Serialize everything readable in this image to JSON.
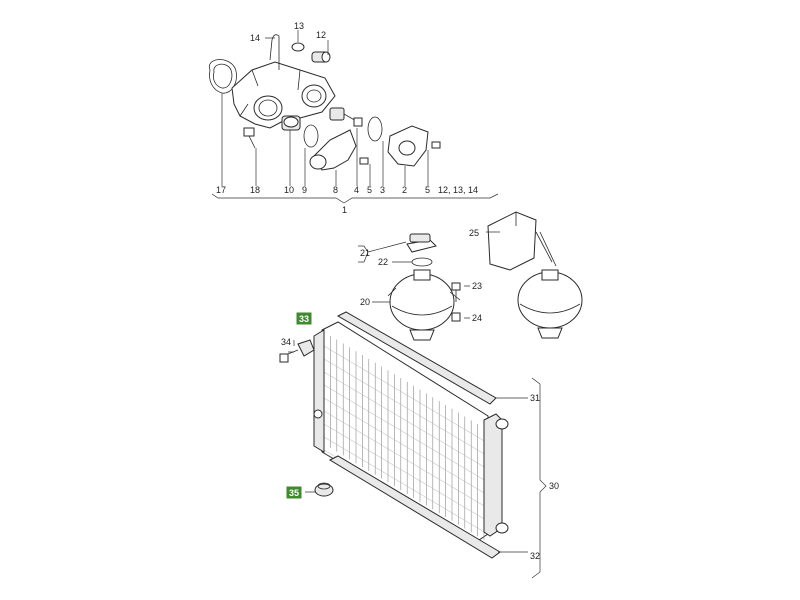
{
  "callouts": {
    "n1": "1",
    "n2": "2",
    "n3": "3",
    "n4": "4",
    "n5a": "5",
    "n5b": "5",
    "n8": "8",
    "n9": "9",
    "n10": "10",
    "n12": "12",
    "n13": "13",
    "n14": "14",
    "n17": "17",
    "n18": "18",
    "n12_13_14": "12, 13, 14",
    "n20": "20",
    "n21": "21",
    "n22": "22",
    "n23": "23",
    "n24": "24",
    "n25": "25",
    "n30": "30",
    "n31": "31",
    "n32": "32",
    "n34": "34"
  },
  "badges": {
    "b33": "33",
    "b35": "35"
  },
  "colors": {
    "badge_bg": "#3f8a2e",
    "badge_border": "#ffffff",
    "ink": "#2a2a2a"
  }
}
